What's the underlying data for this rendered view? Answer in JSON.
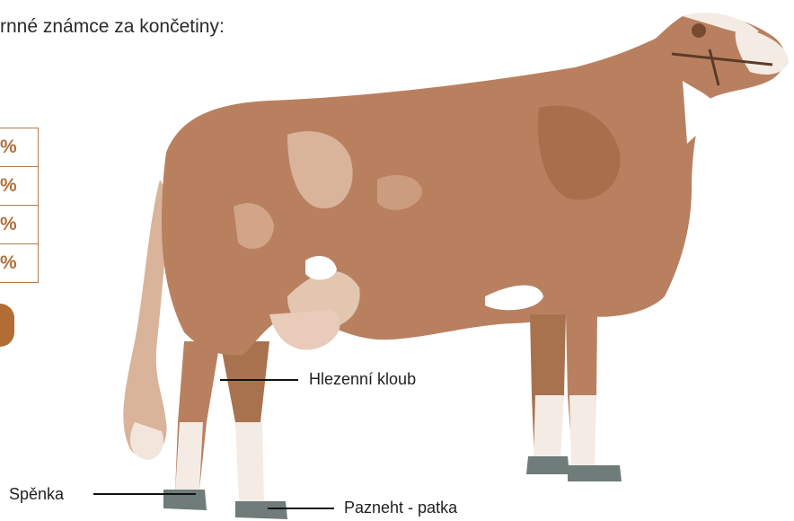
{
  "heading": "rnné známce za končetiny:",
  "score_table": {
    "rows": [
      "%",
      "%",
      "%",
      "%"
    ]
  },
  "colors": {
    "accent": "#b0703d",
    "coat": "#b98060",
    "coat_light": "#d9b39a",
    "hoof": "#6f7c79"
  },
  "illustration": {
    "icon": "cow-icon",
    "labels": {
      "hock": "Hlezenní kloub",
      "pastern": "Spěnka",
      "hoof": "Pazneht - patka"
    }
  }
}
